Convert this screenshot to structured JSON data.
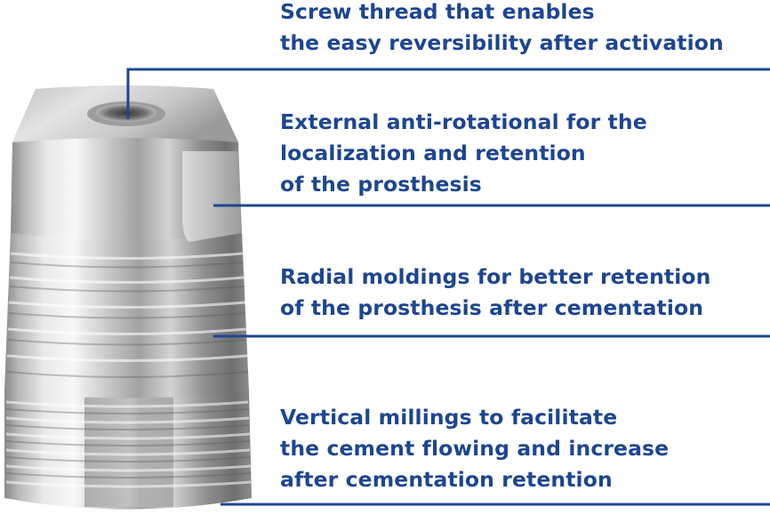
{
  "annotations": [
    {
      "id": "screw-thread",
      "lines": [
        "Screw thread that enables",
        "the easy reversibility after activation"
      ]
    },
    {
      "id": "anti-rotational",
      "lines": [
        "External anti-rotational for the",
        "localization and retention",
        "of the prosthesis"
      ]
    },
    {
      "id": "radial-moldings",
      "lines": [
        "Radial moldings for better retention",
        "of the prosthesis after cementation"
      ]
    },
    {
      "id": "vertical-millings",
      "lines": [
        "Vertical millings to facilitate",
        "the cement flowing and increase",
        "after cementation retention"
      ]
    }
  ],
  "colors": {
    "text": "#1d4690",
    "leader_line": "#1d4690",
    "metal_light": "#f4f4f4",
    "metal_dark": "#6f6f6f"
  }
}
